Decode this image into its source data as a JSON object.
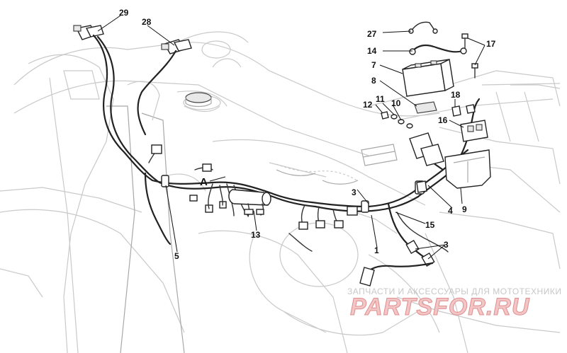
{
  "callouts": {
    "c29": "29",
    "c28": "28",
    "c27": "27",
    "c14": "14",
    "c17": "17",
    "c7": "7",
    "c8": "8",
    "c18": "18",
    "c12": "12",
    "c11": "11",
    "c10": "10",
    "c16": "16",
    "cA": "A",
    "c3a": "3",
    "c4": "4",
    "c9": "9",
    "c13": "13",
    "c5": "5",
    "c15": "15",
    "c3b": "3",
    "c1": "1"
  },
  "watermark": {
    "tagline": "ЗАПЧАСТИ И АКСЕССУАРЫ ДЛЯ МОТОТЕХНИКИ",
    "logo": "PARTSFOR.RU"
  }
}
